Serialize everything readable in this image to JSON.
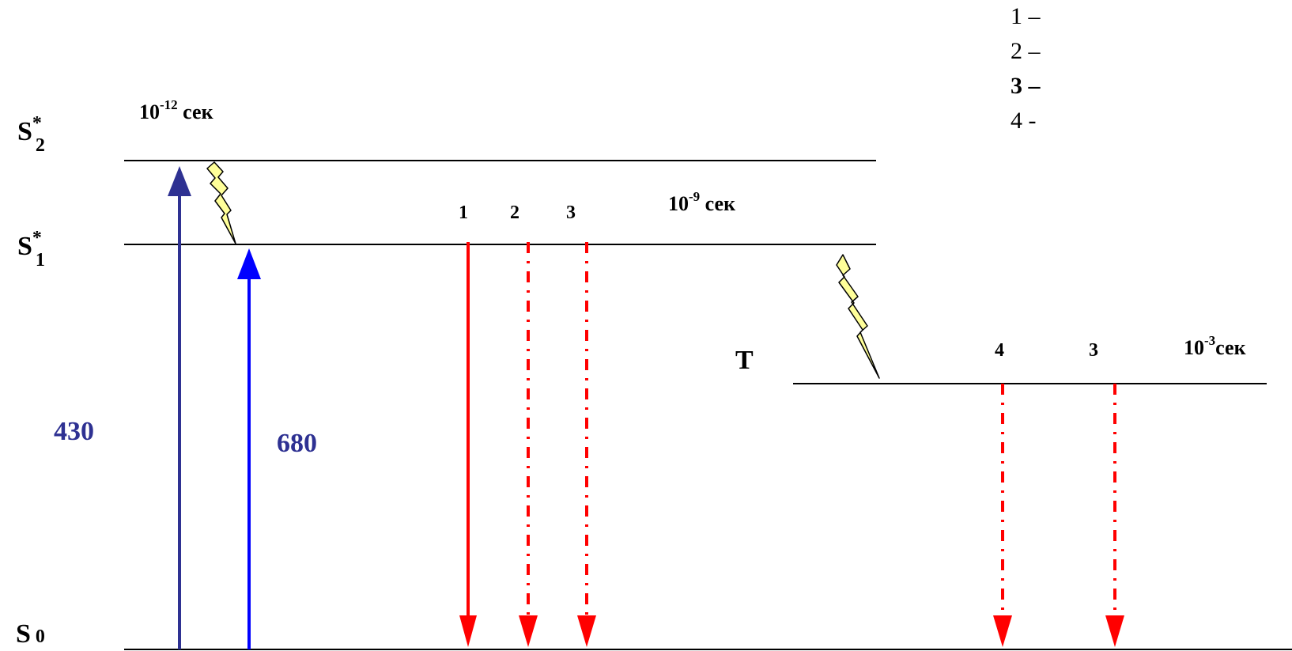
{
  "levels": {
    "s2": {
      "main": "S",
      "sup": "*",
      "sub": "2"
    },
    "s1": {
      "main": "S",
      "sup": "*",
      "sub": "1"
    },
    "s0": {
      "main": "S",
      "sub": "0"
    },
    "t": "T"
  },
  "times": {
    "s2": {
      "base": "10",
      "exp": "-12",
      "unit": " сек"
    },
    "s1": {
      "base": "10",
      "exp": "-9",
      "unit": " сек"
    },
    "t": {
      "base": "10",
      "exp": "-3",
      "unit": "сек"
    }
  },
  "wavelengths": {
    "blue_dark": "430",
    "blue": "680"
  },
  "transition_labels": {
    "s1_1": "1",
    "s1_2": "2",
    "s1_3": "3",
    "t_4": "4",
    "t_3": "3"
  },
  "legend": [
    "1 –",
    "2 –",
    "3 –",
    "4 -"
  ],
  "colors": {
    "dark_blue": "#2e3192",
    "blue": "#0000ff",
    "red": "#ff0000",
    "bolt_fill": "#ffff99",
    "line": "#000000"
  }
}
